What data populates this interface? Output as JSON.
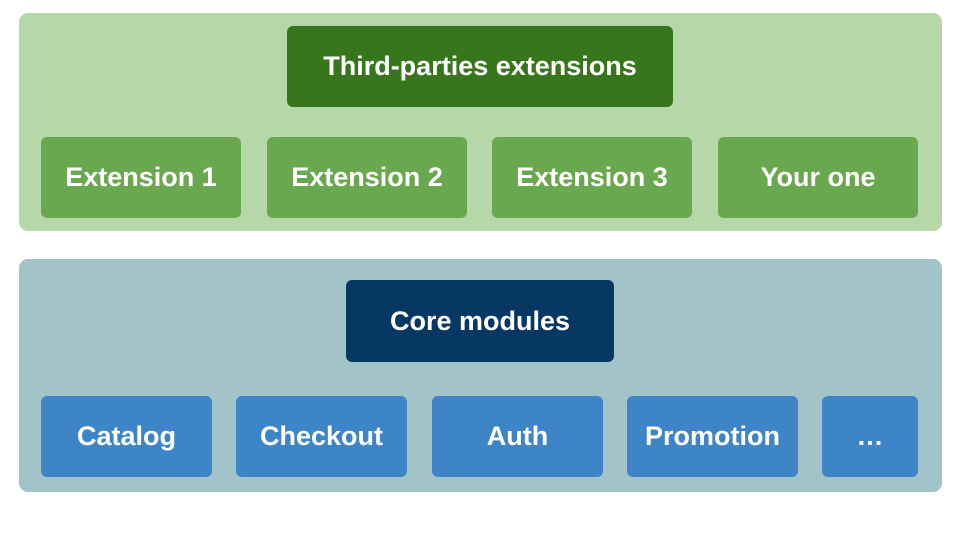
{
  "colors": {
    "top_panel": "#b6d7a8",
    "top_header": "#38761d",
    "extension_box": "#6aa84f",
    "bottom_panel": "#a2c4c9",
    "bottom_header": "#073763",
    "module_box": "#3d85c6",
    "text": "#ffffff"
  },
  "third_party": {
    "title": "Third-parties extensions",
    "extensions": [
      "Extension 1",
      "Extension 2",
      "Extension 3",
      "Your one"
    ]
  },
  "core": {
    "title": "Core modules",
    "modules": [
      "Catalog",
      "Checkout",
      "Auth",
      "Promotion",
      "…"
    ]
  }
}
